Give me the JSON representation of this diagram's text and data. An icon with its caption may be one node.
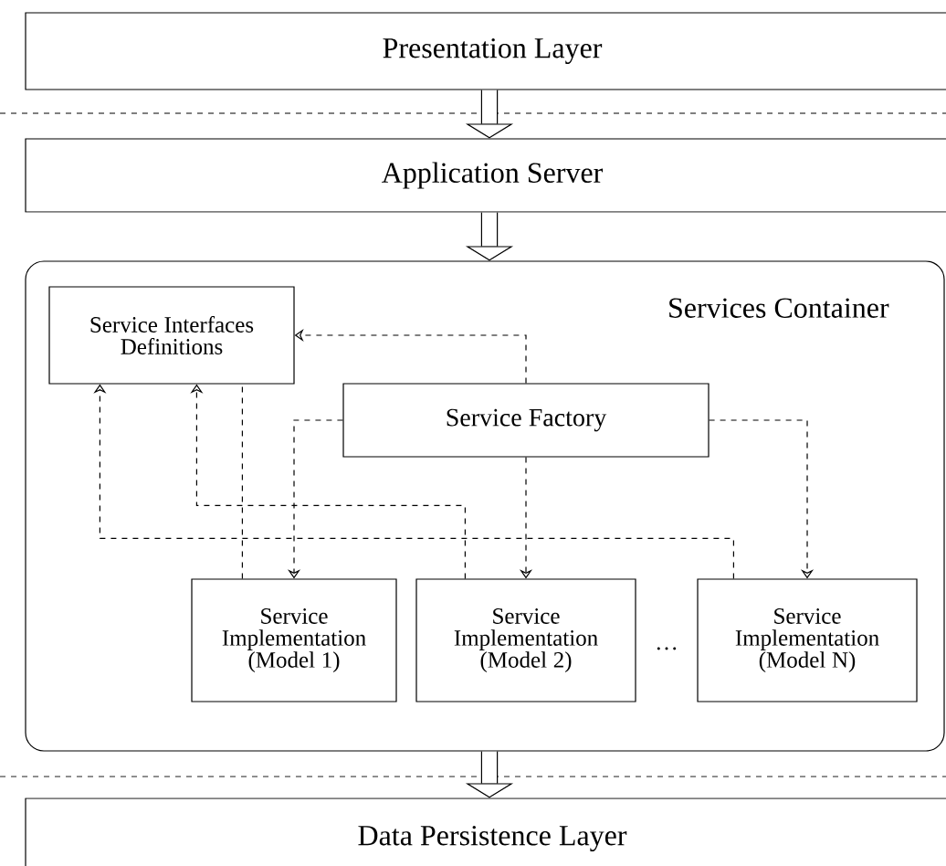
{
  "diagram": {
    "nodes": [
      {
        "text": [
          "Presentation Layer"
        ]
      },
      {
        "text": [
          "Application Server"
        ]
      },
      {
        "text": [
          "Services Container"
        ]
      },
      {
        "text": [
          "Service Interfaces Definitions"
        ],
        "in": 2
      },
      {
        "text": [
          "Service Factory"
        ],
        "in": 2
      },
      {
        "text": [
          "Service Implementation (Model 1)"
        ],
        "in": 2
      },
      {
        "text": [
          "Service Implementation (Model 2)"
        ],
        "in": 2
      },
      {
        "text": [
          "Service Implementation (Model N)"
        ],
        "in": 2
      },
      {
        "text": [
          "Data Persistence Layer"
        ]
      }
    ],
    "edges": [
      {
        "from": 0,
        "to": 1,
        "arrow": "to",
        "style": "thick"
      },
      {
        "from": 1,
        "to": 2,
        "arrow": "to",
        "style": "thick"
      },
      {
        "from": 2,
        "to": 8,
        "arrow": "to",
        "style": "thick"
      },
      {
        "from": 4,
        "to": 3,
        "arrow": "to",
        "style": "dashed"
      },
      {
        "from": 4,
        "to": 5,
        "arrow": "to",
        "style": "dashed"
      },
      {
        "from": 4,
        "to": 6,
        "arrow": "to",
        "style": "dashed"
      },
      {
        "from": 4,
        "to": 7,
        "arrow": "to",
        "style": "dashed"
      },
      {
        "from": 5,
        "to": 3,
        "arrow": "none",
        "style": "dashed"
      },
      {
        "from": 6,
        "to": 3,
        "arrow": "to",
        "style": "dashed"
      },
      {
        "from": 7,
        "to": 3,
        "arrow": "to",
        "style": "dashed"
      }
    ],
    "labels": [
      "…"
    ]
  }
}
